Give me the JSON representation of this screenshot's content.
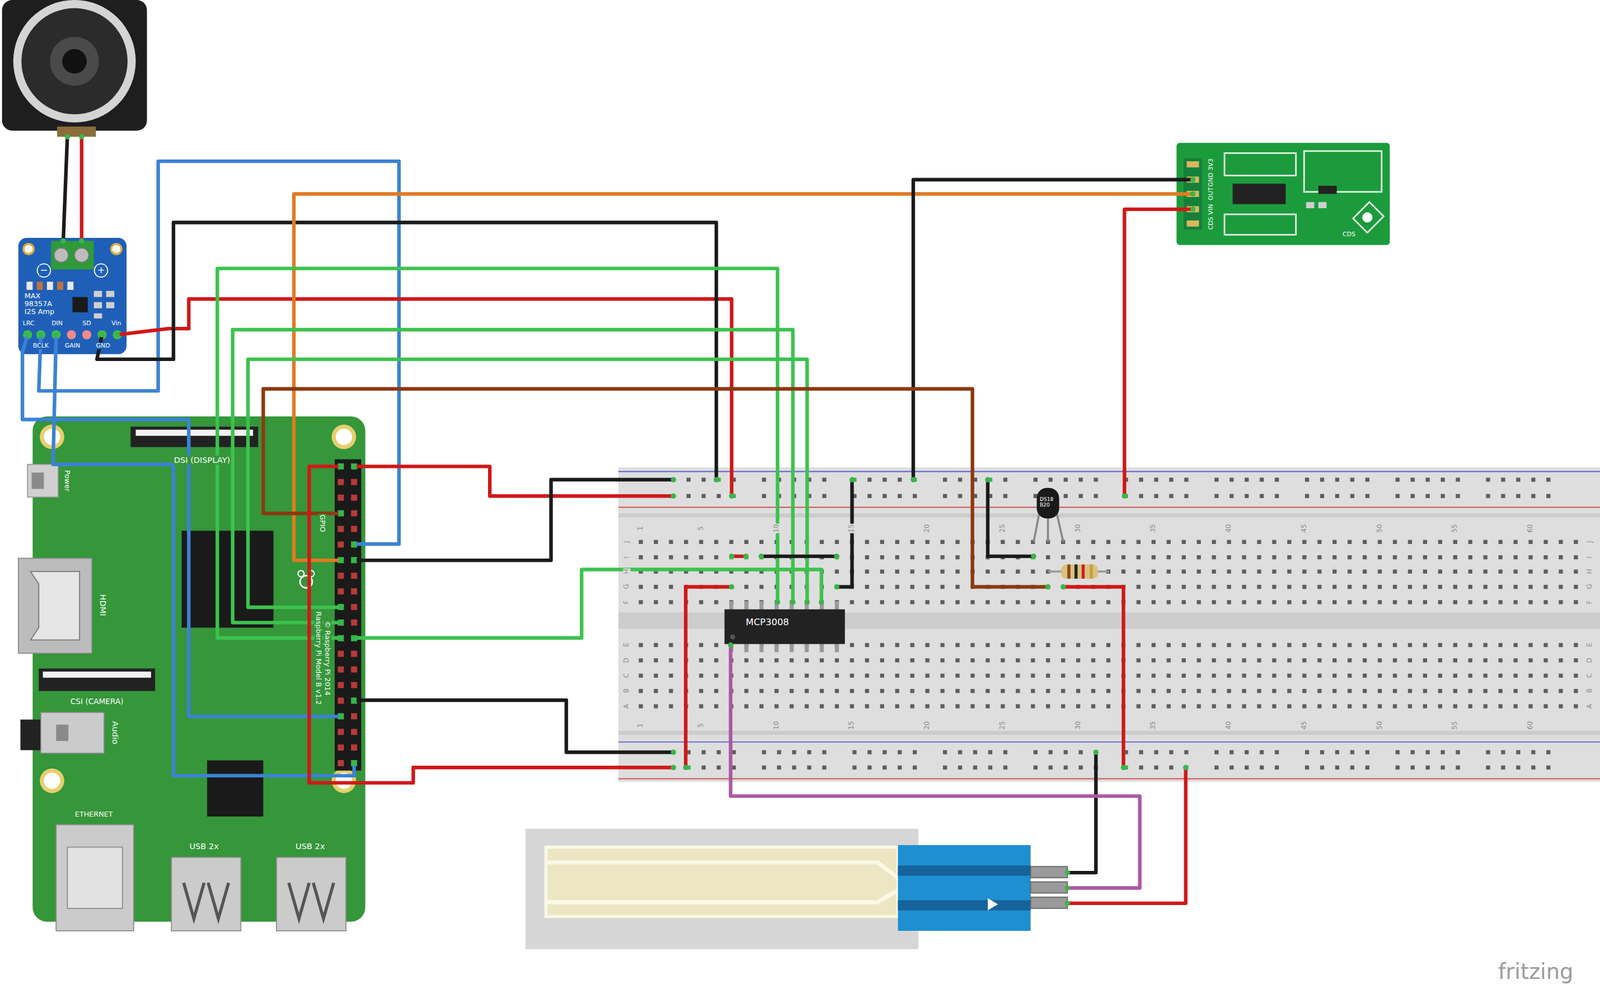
{
  "diagram": {
    "labels": [
      "−",
      "+",
      "MAX 98357A I2S Amp",
      "LRC",
      "DIN",
      "SD",
      "Vin",
      "BCLK",
      "GAIN",
      "GND",
      "DSI (DISPLAY)",
      "Power",
      "HDMI",
      "CSI (CAMERA)",
      "Audio",
      "ETHERNET",
      "USB 2x",
      "USB 2x",
      "GPIO",
      "Raspberry Pi Model B v1.2",
      "© Raspberry Pi 2014",
      "3V3",
      "GND",
      "OUT",
      "VIN",
      "CDS",
      "CDS",
      "MCP3008",
      "DS18 B20",
      "1",
      "5",
      "10",
      "15",
      "20",
      "25",
      "30",
      "35",
      "40",
      "45",
      "50",
      "55",
      "60",
      "1",
      "5",
      "10",
      "15",
      "20",
      "25",
      "30",
      "35",
      "40",
      "45",
      "50",
      "55",
      "60",
      "J",
      "I",
      "H",
      "G",
      "F",
      "J",
      "I",
      "H",
      "G",
      "F",
      "E",
      "D",
      "C",
      "B",
      "A",
      "E",
      "D",
      "C",
      "B",
      "A",
      "fritzing"
    ]
  }
}
